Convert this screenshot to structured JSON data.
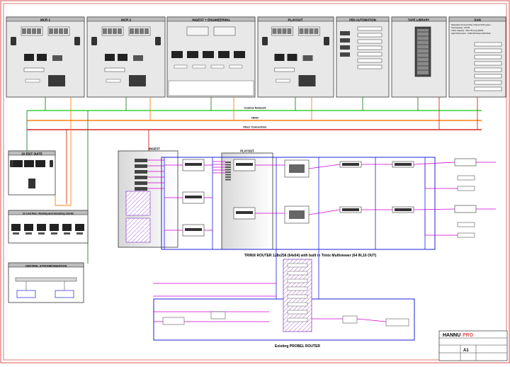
{
  "rooms": {
    "mcr1": "MCR 1",
    "mcr2": "MCR 2",
    "ingest_engineering": "INGEST + ENGINEERING",
    "playout": "PLAYOUT",
    "pbs_automation": "PBS AUTOMATION",
    "tape_library": "TAPE LIBRARY",
    "san": "SAN"
  },
  "san_lines": [
    "Redundant 2X Gen4 Fiber Channel SAN system",
    "Total Capacity : 60xTB",
    "Online Capacity : 45x2 TB using RAID5",
    "High Performance : 2xHD-SDI Read 4xHD Write"
  ],
  "buses": {
    "control_network": "Control Network",
    "hdsi": "HDSI",
    "fiber_connection": "Fiber Connection"
  },
  "edit_suite": "2X EDIT SUITE",
  "low_res": "2x Low Res, Viewing and browsing clients",
  "central_sync": "CENTRAL SYNCHRONIZATION",
  "ingest_box": "INGEST",
  "playout_box": "PLAYOUT",
  "trinix_title": "TRINIX ROUTER 128x256 (64x64) with built in Trinix Multiviewer (64 IN,16 OUT)",
  "probel_title": "Existing PROBEL ROUTER",
  "titleblock": {
    "brand": "HANNU",
    "brand_suffix": "PRO",
    "sheet": "A1"
  },
  "colors": {
    "frame": "#d9534f",
    "control": "#2e7d32",
    "hdsi": "#ff7f0e",
    "fiber": "#d62728",
    "sdi": "#1f1fd9",
    "signal": "#d400d4",
    "bus_green": "#34d434"
  }
}
